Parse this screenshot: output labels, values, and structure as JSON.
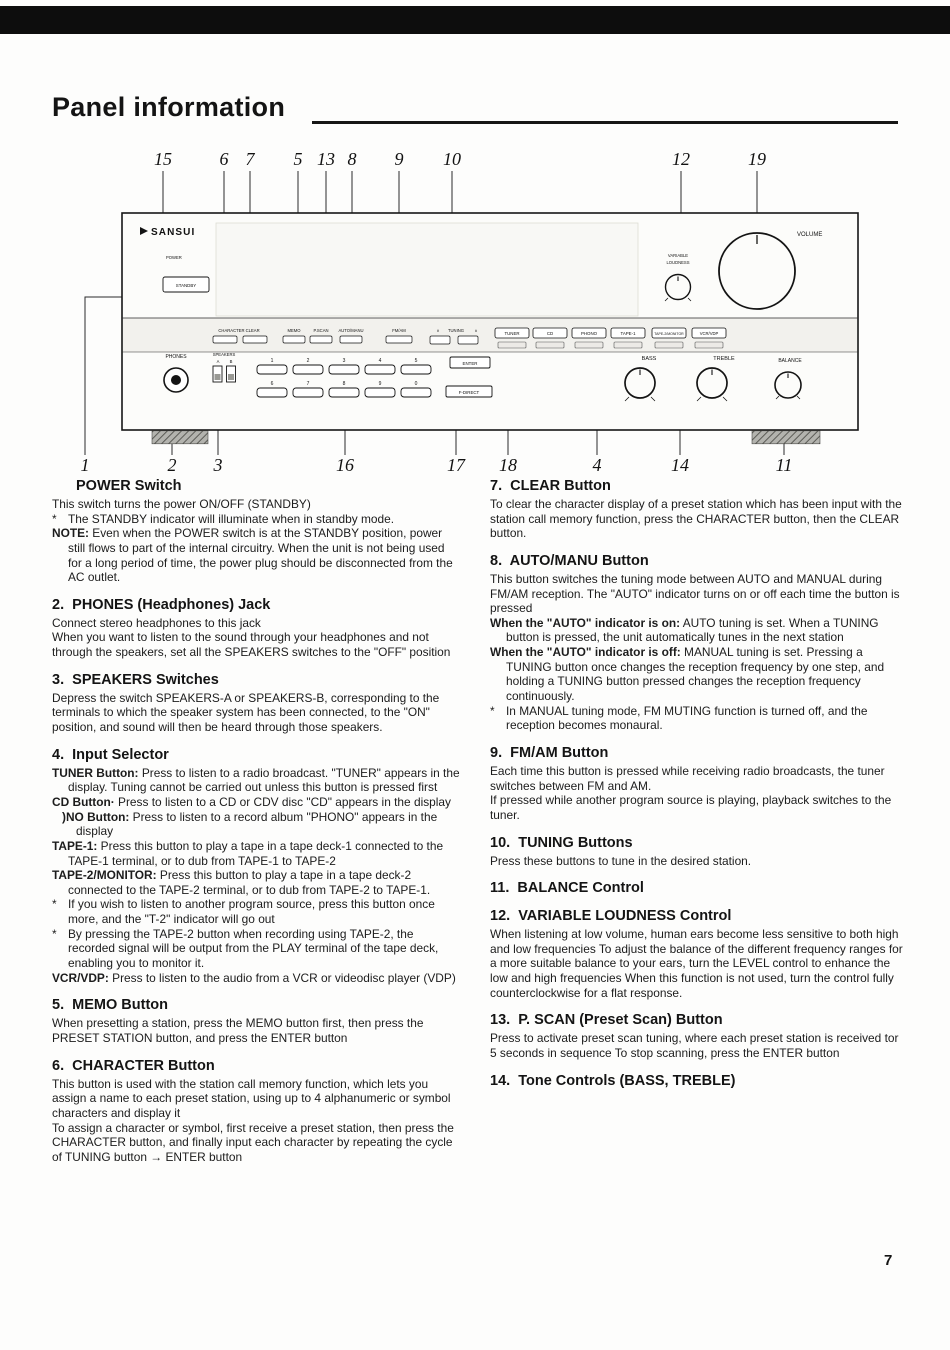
{
  "page": {
    "title": "Panel information",
    "page_number": "7"
  },
  "diagram": {
    "callouts_top": [
      "15",
      "6",
      "7",
      "5",
      "13",
      "8",
      "9",
      "10",
      "12",
      "19"
    ],
    "callouts_bottom": [
      "1",
      "2",
      "3",
      "16",
      "17",
      "18",
      "4",
      "14",
      "11"
    ],
    "panel": {
      "brand": "SANSUI",
      "power": "POWER",
      "standby": "STANDBY",
      "character_clear": "CHARACTER  CLEAR",
      "memo": "MEMO",
      "p_scan": "P.SCAN",
      "auto_manu": "AUTO/MANU",
      "fm_am": "FM/AM",
      "tuning": "TUNING",
      "tuning_down": "∨",
      "tuning_up": "∧",
      "inputs": [
        "TUNER",
        "CD",
        "PHONO",
        "TAPE-1",
        "TAPE-2/MONITOR",
        "VCR/VDP"
      ],
      "variable_loudness_1": "VARIABLE",
      "variable_loudness_2": "LOUDNESS",
      "volume": "VOLUME",
      "phones": "PHONES",
      "speakers": "SPEAKERS",
      "speaker_a": "A",
      "speaker_b": "B",
      "keys_row1": [
        "1",
        "2",
        "3",
        "4",
        "5"
      ],
      "keys_row2": [
        "6",
        "7",
        "8",
        "9",
        "0"
      ],
      "enter": "ENTER",
      "f_direct": "F-DIRECT",
      "bass": "BASS",
      "treble": "TREBLE",
      "balance": "BALANCE"
    }
  },
  "sections_left": [
    {
      "heading": "POWER Switch",
      "heading_indent": true,
      "paras": [
        {
          "text": "This switch turns the power ON/OFF (STANDBY)"
        },
        {
          "star": true,
          "text": "The STANDBY indicator will illuminate when in standby mode."
        },
        {
          "lead": "NOTE:",
          "text": " Even when the POWER switch is at the STANDBY position, power still flows to part of the internal circuitry. When the unit is not being used for a long period of time, the power plug should be disconnected from the AC outlet.",
          "hang": true
        }
      ]
    },
    {
      "heading": "2.  PHONES (Headphones) Jack",
      "paras": [
        {
          "text": "Connect stereo headphones to this jack"
        },
        {
          "text": "When you want to listen to the sound through your headphones and not through the speakers, set all the SPEAKERS switches to the \"OFF\" position"
        }
      ]
    },
    {
      "heading": "3.  SPEAKERS Switches",
      "paras": [
        {
          "text": "Depress the switch SPEAKERS-A or SPEAKERS-B, corresponding to the terminals to which the speaker system has been connected, to the \"ON\" position, and sound will then be heard through those speakers."
        }
      ]
    },
    {
      "heading": "4.  Input Selector",
      "paras": [
        {
          "lead": "TUNER Button:",
          "text": " Press to listen to a radio broadcast.  \"TUNER\" appears in the display.  Tuning cannot be carried out unless this button is pressed first",
          "hang": true
        },
        {
          "lead": "CD Button·",
          "text": " Press to listen to a CD or CDV disc  \"CD\" appears in the display",
          "hang": true
        },
        {
          "lead": ")NO Button:",
          "text": " Press to listen to a record album   \"PHONO\" appears in the display",
          "indent": true
        },
        {
          "lead": "TAPE-1:",
          "text": " Press this button to play a tape in a tape deck-1 connected to the TAPE-1 terminal, or to dub from TAPE-1 to TAPE-2",
          "hang": true
        },
        {
          "lead": "TAPE-2/MONITOR:",
          "text": " Press this button to play a tape in a tape deck-2 connected to the TAPE-2 terminal, or to dub from TAPE-2 to TAPE-1.",
          "hang": true
        },
        {
          "star": true,
          "text": "If you wish to listen to another program source, press this button once more, and the \"T-2\" indicator will go out"
        },
        {
          "star": true,
          "text": "By pressing the TAPE-2 button when recording using  TAPE-2, the recorded signal will be output from the PLAY terminal of the tape deck, enabling you to monitor it."
        },
        {
          "lead": "VCR/VDP:",
          "text": " Press to listen to the audio from a VCR or videodisc player (VDP)",
          "hang": true
        }
      ]
    },
    {
      "heading": "5.  MEMO Button",
      "paras": [
        {
          "text": "When presetting a station, press the MEMO button first, then press the PRESET STATION button, and press the ENTER button"
        }
      ]
    },
    {
      "heading": "6.  CHARACTER Button",
      "paras": [
        {
          "text": "This button is used with the station call memory function, which lets you assign a name to each preset station, using up to 4 alphanumeric or symbol characters and display it"
        },
        {
          "text": "To assign a character or symbol, first receive a preset station, then press the CHARACTER button, and finally input each character by repeating the cycle of TUNING button → ENTER button"
        }
      ]
    }
  ],
  "sections_right": [
    {
      "heading": "7.  CLEAR Button",
      "paras": [
        {
          "text": "To clear the character display of a preset station which has been input with the station call memory function, press the CHARACTER button, then the CLEAR button."
        }
      ]
    },
    {
      "heading": "8.  AUTO/MANU Button",
      "paras": [
        {
          "text": "This button switches the tuning mode between AUTO and MANUAL during FM/AM reception.  The \"AUTO\" indicator turns on or off each time the button is pressed"
        },
        {
          "lead": "When the \"AUTO\" indicator is on:",
          "text": " AUTO tuning is set.  When a TUNING button is pressed, the unit automatically tunes in the next station",
          "hang": true
        },
        {
          "lead": "When the \"AUTO\" indicator is off:",
          "text": " MANUAL tuning is set.  Pressing a TUNING button once changes the reception frequency by one step, and holding a TUNING button pressed changes the reception frequency continuously.",
          "hang": true
        },
        {
          "star": true,
          "text": "In MANUAL tuning mode, FM MUTING function is turned off, and the reception becomes monaural."
        }
      ]
    },
    {
      "heading": "9.  FM/AM Button",
      "paras": [
        {
          "text": "Each time this button is pressed while receiving radio broadcasts, the tuner switches between FM and AM."
        },
        {
          "text": "If pressed while another program source is playing, playback switches to the tuner."
        }
      ]
    },
    {
      "heading": "10.  TUNING Buttons",
      "paras": [
        {
          "text": "Press these buttons to tune in the desired station."
        }
      ]
    },
    {
      "heading": "11.  BALANCE Control",
      "paras": []
    },
    {
      "heading": "12.  VARIABLE LOUDNESS Control",
      "paras": [
        {
          "text": "When listening at low volume, human ears become less sensitive to both high and low frequencies  To adjust the balance of the different frequency ranges for a more suitable balance to your ears, turn the LEVEL control to enhance the low and high frequencies  When this function is not used, turn the control fully counterclockwise for a flat response."
        }
      ]
    },
    {
      "heading": "13.  P. SCAN (Preset Scan) Button",
      "paras": [
        {
          "text": "Press to activate preset scan tuning, where each preset station is received tor 5 seconds in sequence  To stop scanning, press the ENTER button"
        }
      ]
    },
    {
      "heading": "14.  Tone Controls (BASS, TREBLE)",
      "paras": []
    }
  ]
}
